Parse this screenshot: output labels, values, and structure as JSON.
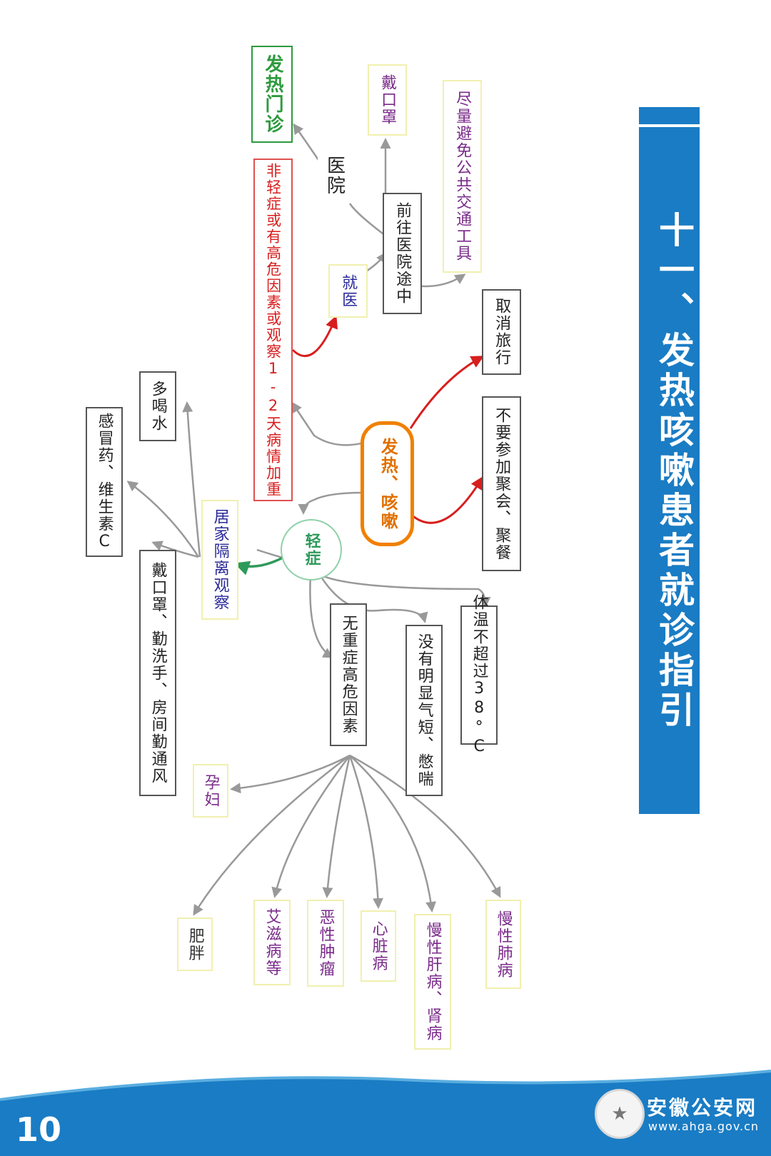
{
  "title": "十一、发热咳嗽患者就诊指引",
  "page_number": "10",
  "footer": {
    "site_name": "安徽公安网",
    "url": "www.ahga.gov.cn"
  },
  "colors": {
    "title_band": "#1a7cc4",
    "center_node": "#f08000",
    "red_arrow": "#d81e1e",
    "green_arrow": "#2e9a5a",
    "hospital_box": "#2e9a3e"
  },
  "nodes": {
    "center": "发热、咳嗽",
    "cancel_travel": "取消旅行",
    "no_gathering": "不要参加聚会、聚餐",
    "severe": "非轻症或有高危因素或观察1-2天病情加重",
    "seek_care": "就医",
    "on_way": "前往医院途中",
    "wear_mask": "戴口罩",
    "avoid_transit": "尽量避免公共交通工具",
    "hospital_label": "医院",
    "fever_clinic": "发热门诊",
    "mild": "轻症",
    "home_isolation": "居家隔离观察",
    "drink_water": "多喝水",
    "cold_medicine": "感冒药、维生素C",
    "hygiene": "戴口罩、勤洗手、房间勤通风",
    "temp_limit": "体温不超过38°C",
    "no_breath": "没有明显气短、憋喘",
    "no_risk": "无重症高危因素",
    "pregnant": "孕妇",
    "chronic_lung": "慢性肺病",
    "chronic_liver": "慢性肝病、肾病",
    "heart": "心脏病",
    "tumor": "恶性肿瘤",
    "aids": "艾滋病等",
    "obesity": "肥胖"
  }
}
